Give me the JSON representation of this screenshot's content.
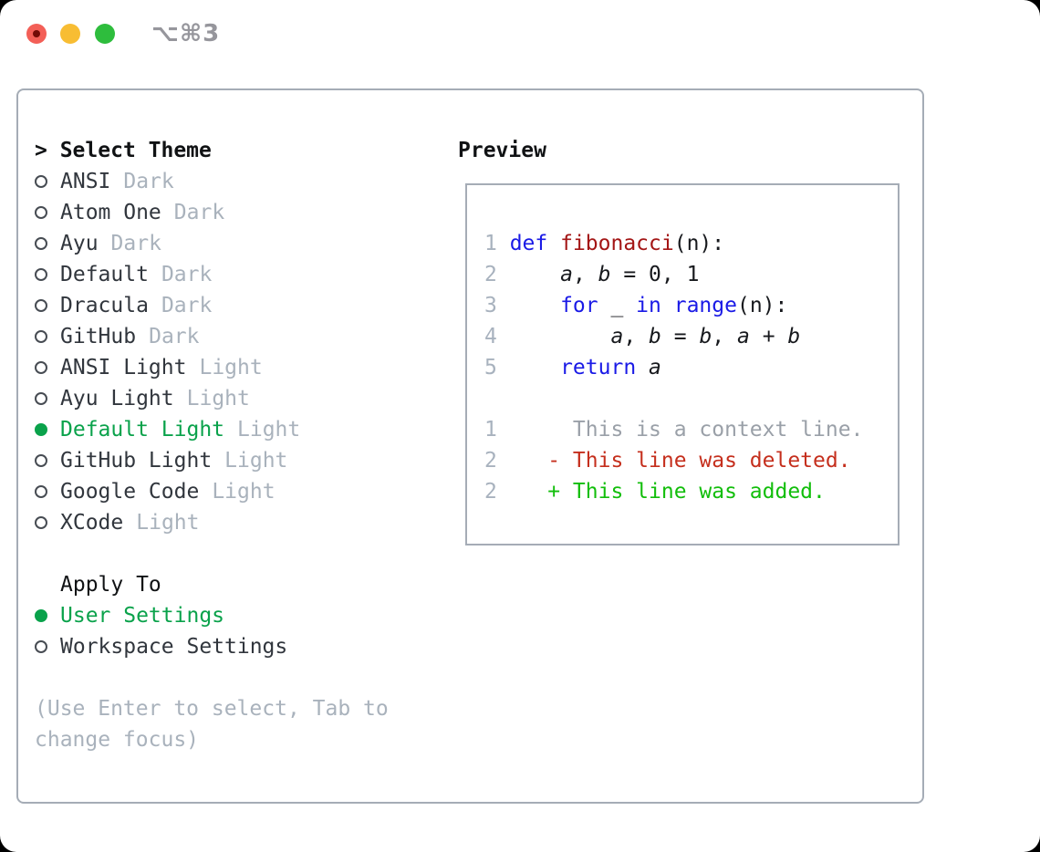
{
  "titlebar": {
    "shortcut": "⌥⌘3"
  },
  "colors": {
    "selection_green": "#0aa24b",
    "keyword_blue": "#1a1ae6",
    "function_red": "#a31515",
    "diff_deleted_red": "#c52f1d",
    "diff_added_green": "#12be0b",
    "dim_gray": "#a9b2bc",
    "border_gray": "#a5acb6",
    "traffic_red": "#f35f57",
    "traffic_yellow": "#f8bd33",
    "traffic_green": "#2ebd3d"
  },
  "theme_panel": {
    "title_prefix": "> ",
    "title": "Select Theme",
    "themes": [
      {
        "name": "ANSI",
        "variant": "Dark",
        "selected": false
      },
      {
        "name": "Atom One",
        "variant": "Dark",
        "selected": false
      },
      {
        "name": "Ayu",
        "variant": "Dark",
        "selected": false
      },
      {
        "name": "Default",
        "variant": "Dark",
        "selected": false
      },
      {
        "name": "Dracula",
        "variant": "Dark",
        "selected": false
      },
      {
        "name": "GitHub",
        "variant": "Dark",
        "selected": false
      },
      {
        "name": "ANSI Light",
        "variant": "Light",
        "selected": false
      },
      {
        "name": "Ayu Light",
        "variant": "Light",
        "selected": false
      },
      {
        "name": "Default Light",
        "variant": "Light",
        "selected": true
      },
      {
        "name": "GitHub Light",
        "variant": "Light",
        "selected": false
      },
      {
        "name": "Google Code",
        "variant": "Light",
        "selected": false
      },
      {
        "name": "XCode",
        "variant": "Light",
        "selected": false
      }
    ],
    "apply_to": {
      "title": "Apply To",
      "options": [
        {
          "label": "User Settings",
          "selected": true
        },
        {
          "label": "Workspace Settings",
          "selected": false
        }
      ]
    },
    "help_lines": [
      "(Use Enter to select, Tab to",
      "change focus)"
    ]
  },
  "preview": {
    "title": "Preview",
    "code_lines": [
      {
        "num": "1",
        "tokens": [
          {
            "t": "def",
            "c": "kw"
          },
          {
            "t": " ",
            "c": "txt"
          },
          {
            "t": "fibonacci",
            "c": "fn"
          },
          {
            "t": "(n):",
            "c": "txt"
          }
        ]
      },
      {
        "num": "2",
        "tokens": [
          {
            "t": "    ",
            "c": "txt"
          },
          {
            "t": "a",
            "c": "var"
          },
          {
            "t": ", ",
            "c": "txt"
          },
          {
            "t": "b",
            "c": "var"
          },
          {
            "t": " = 0, 1",
            "c": "txt"
          }
        ]
      },
      {
        "num": "3",
        "tokens": [
          {
            "t": "    ",
            "c": "txt"
          },
          {
            "t": "for",
            "c": "kw"
          },
          {
            "t": " _ ",
            "c": "txt"
          },
          {
            "t": "in",
            "c": "kw"
          },
          {
            "t": " ",
            "c": "txt"
          },
          {
            "t": "range",
            "c": "kw"
          },
          {
            "t": "(n):",
            "c": "txt"
          }
        ]
      },
      {
        "num": "4",
        "tokens": [
          {
            "t": "        ",
            "c": "txt"
          },
          {
            "t": "a",
            "c": "var"
          },
          {
            "t": ", ",
            "c": "txt"
          },
          {
            "t": "b",
            "c": "var"
          },
          {
            "t": " = ",
            "c": "txt"
          },
          {
            "t": "b",
            "c": "var"
          },
          {
            "t": ", ",
            "c": "txt"
          },
          {
            "t": "a",
            "c": "var"
          },
          {
            "t": " + ",
            "c": "txt"
          },
          {
            "t": "b",
            "c": "var"
          }
        ]
      },
      {
        "num": "5",
        "tokens": [
          {
            "t": "    ",
            "c": "txt"
          },
          {
            "t": "return",
            "c": "kw"
          },
          {
            "t": " ",
            "c": "txt"
          },
          {
            "t": "a",
            "c": "var"
          }
        ]
      },
      {
        "num": "",
        "tokens": []
      },
      {
        "num": "1",
        "tokens": [
          {
            "t": "     This is a context line.",
            "c": "ctx"
          }
        ]
      },
      {
        "num": "2",
        "tokens": [
          {
            "t": "   ",
            "c": "txt"
          },
          {
            "t": "- This line was deleted.",
            "c": "del"
          }
        ]
      },
      {
        "num": "2",
        "tokens": [
          {
            "t": "   ",
            "c": "txt"
          },
          {
            "t": "+ This line was added.",
            "c": "add"
          }
        ]
      }
    ]
  }
}
